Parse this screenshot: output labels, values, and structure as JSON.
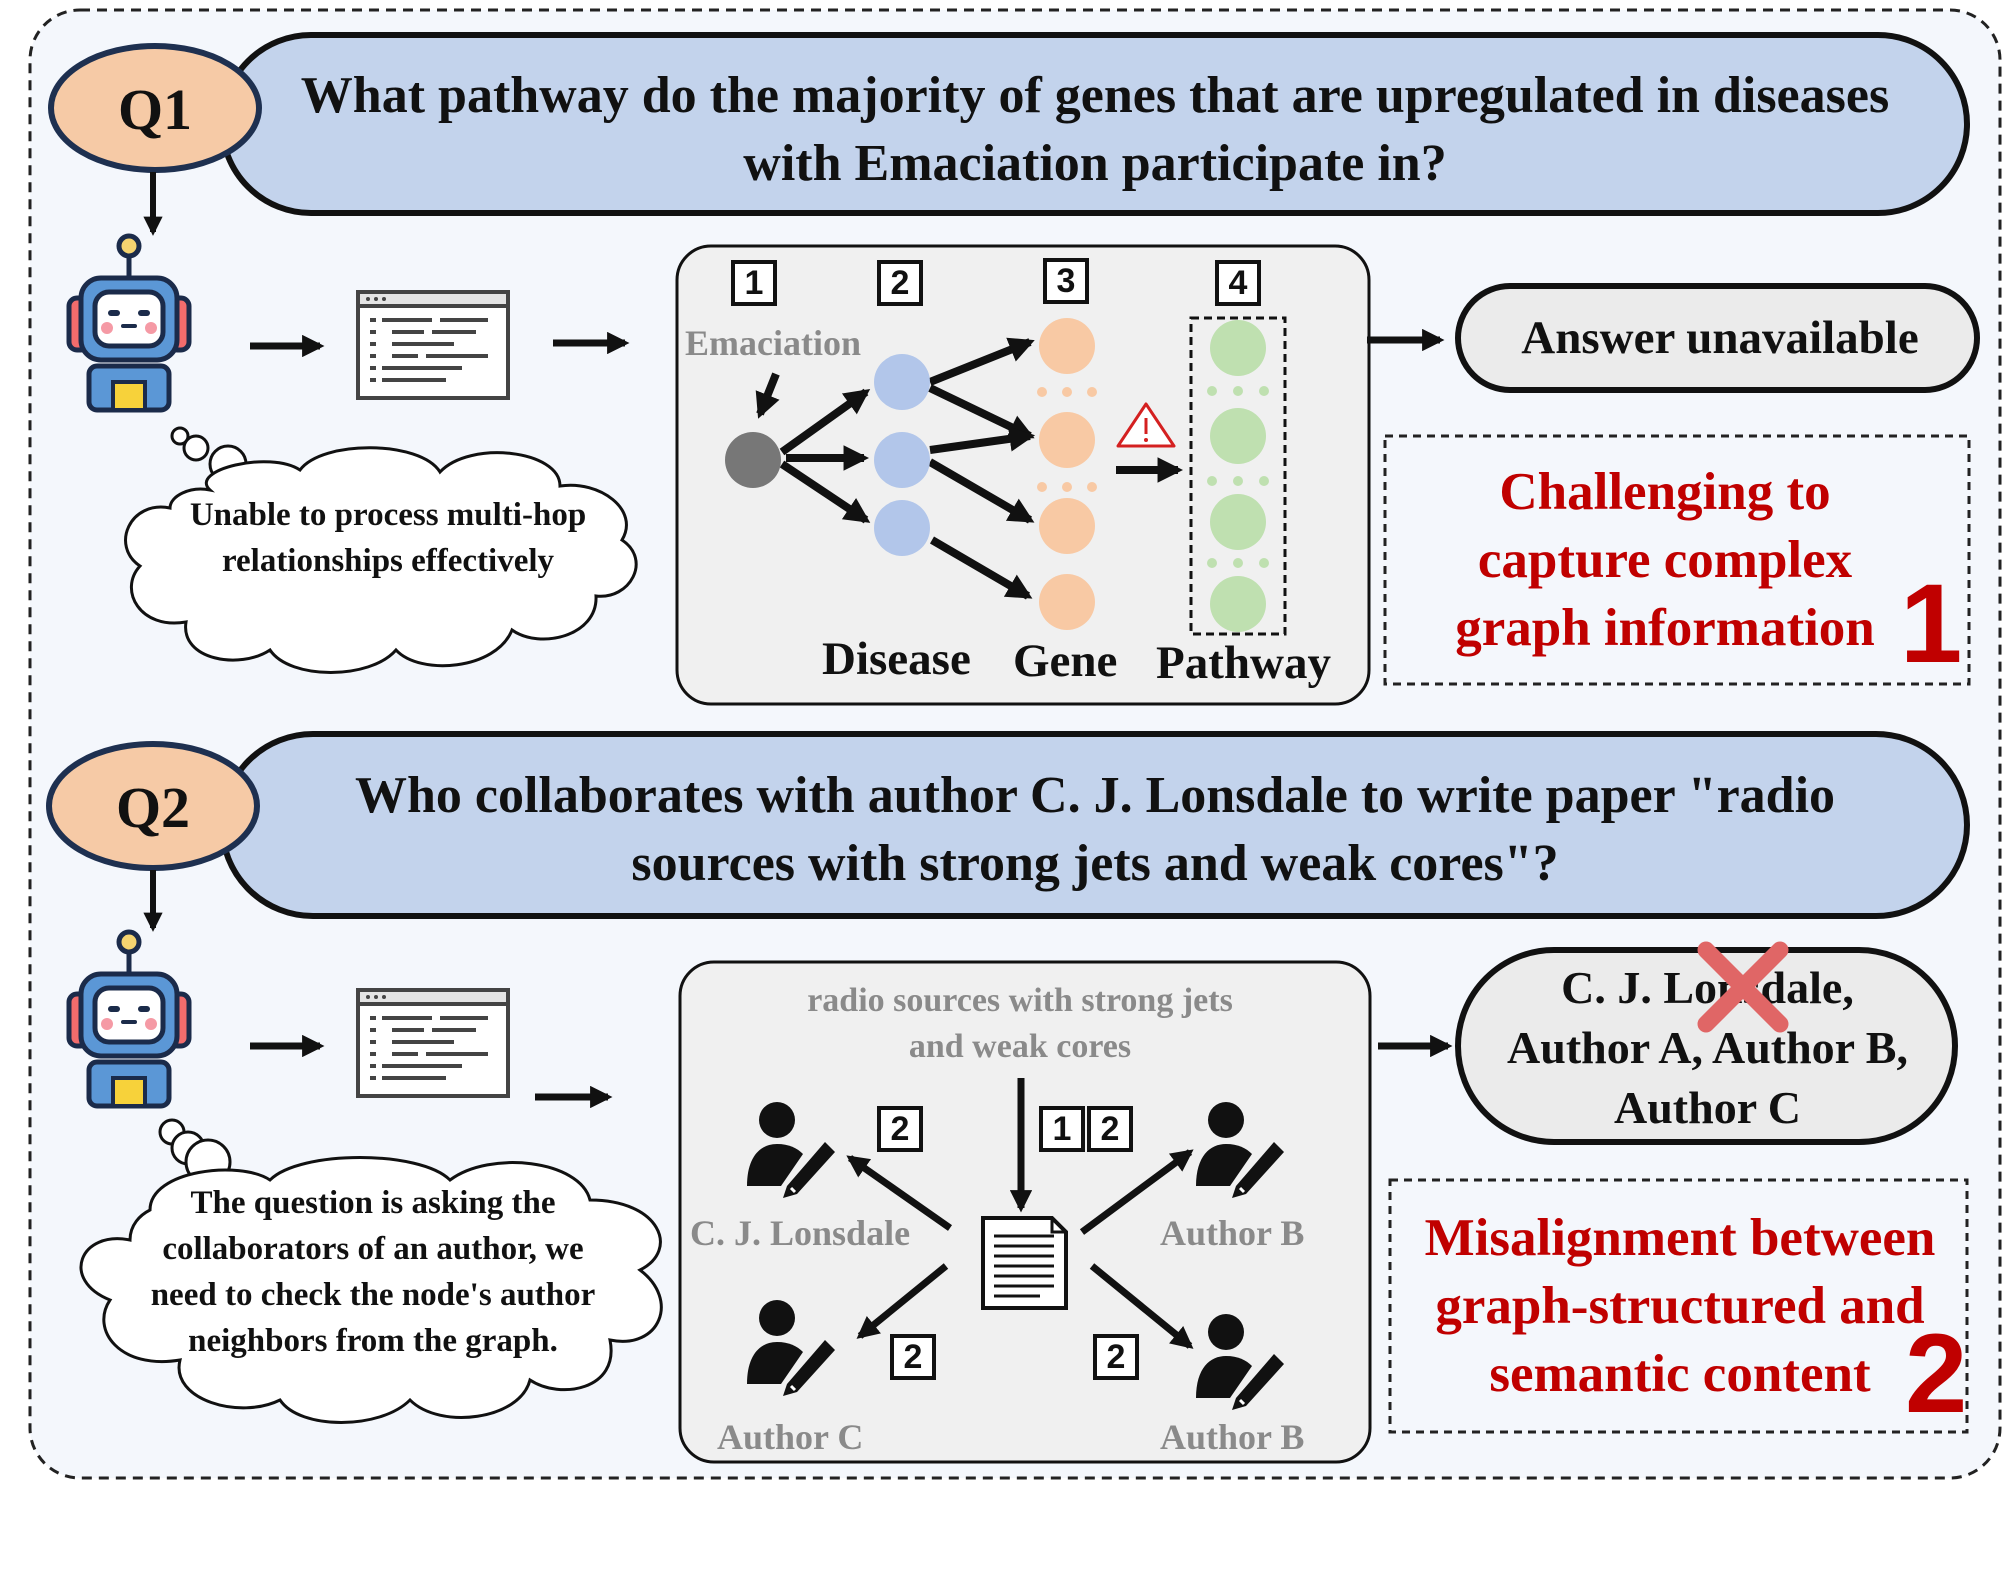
{
  "q1": {
    "badge": "Q1",
    "question": "What pathway do the majority of genes that are upregulated in diseases with Emaciation participate in?",
    "thought": "Unable to process multi-hop relationships effectively",
    "steps": [
      "1",
      "2",
      "3",
      "4"
    ],
    "start_node_label": "Emaciation",
    "column_labels": [
      "Disease",
      "Gene",
      "Pathway"
    ],
    "warning_icon": "warning-triangle-icon",
    "answer": "Answer unavailable",
    "challenge_text": "Challenging to capture complex graph information",
    "challenge_number": "1"
  },
  "q2": {
    "badge": "Q2",
    "question": "Who collaborates with author C. J. Lonsdale to write paper \"radio sources with strong jets and weak cores\"?",
    "thought": "The question is asking the collaborators of an author, we need to check the node's author neighbors from the graph.",
    "paper_title": "radio sources with strong jets and weak cores",
    "step_one": "1",
    "step_two": "2",
    "authors": [
      "C. J. Lonsdale",
      "Author B",
      "Author C",
      "Author B"
    ],
    "answer": "C. J. Lonsdale, Author A, Author B, Author C",
    "challenge_text": "Misalignment between graph-structured and semantic content",
    "challenge_number": "2"
  },
  "colors": {
    "panel_bg": "#f4f7fc",
    "question_bg": "#c3d3ec",
    "badge_bg": "#f6caa6",
    "disease_node": "#b2c6ea",
    "gene_node": "#f8c9a4",
    "pathway_node": "#bfe0b0",
    "start_node": "#777777",
    "accent_red": "#c00000",
    "cross_red": "#e06666",
    "graph_box_bg": "#f0f0f0"
  }
}
